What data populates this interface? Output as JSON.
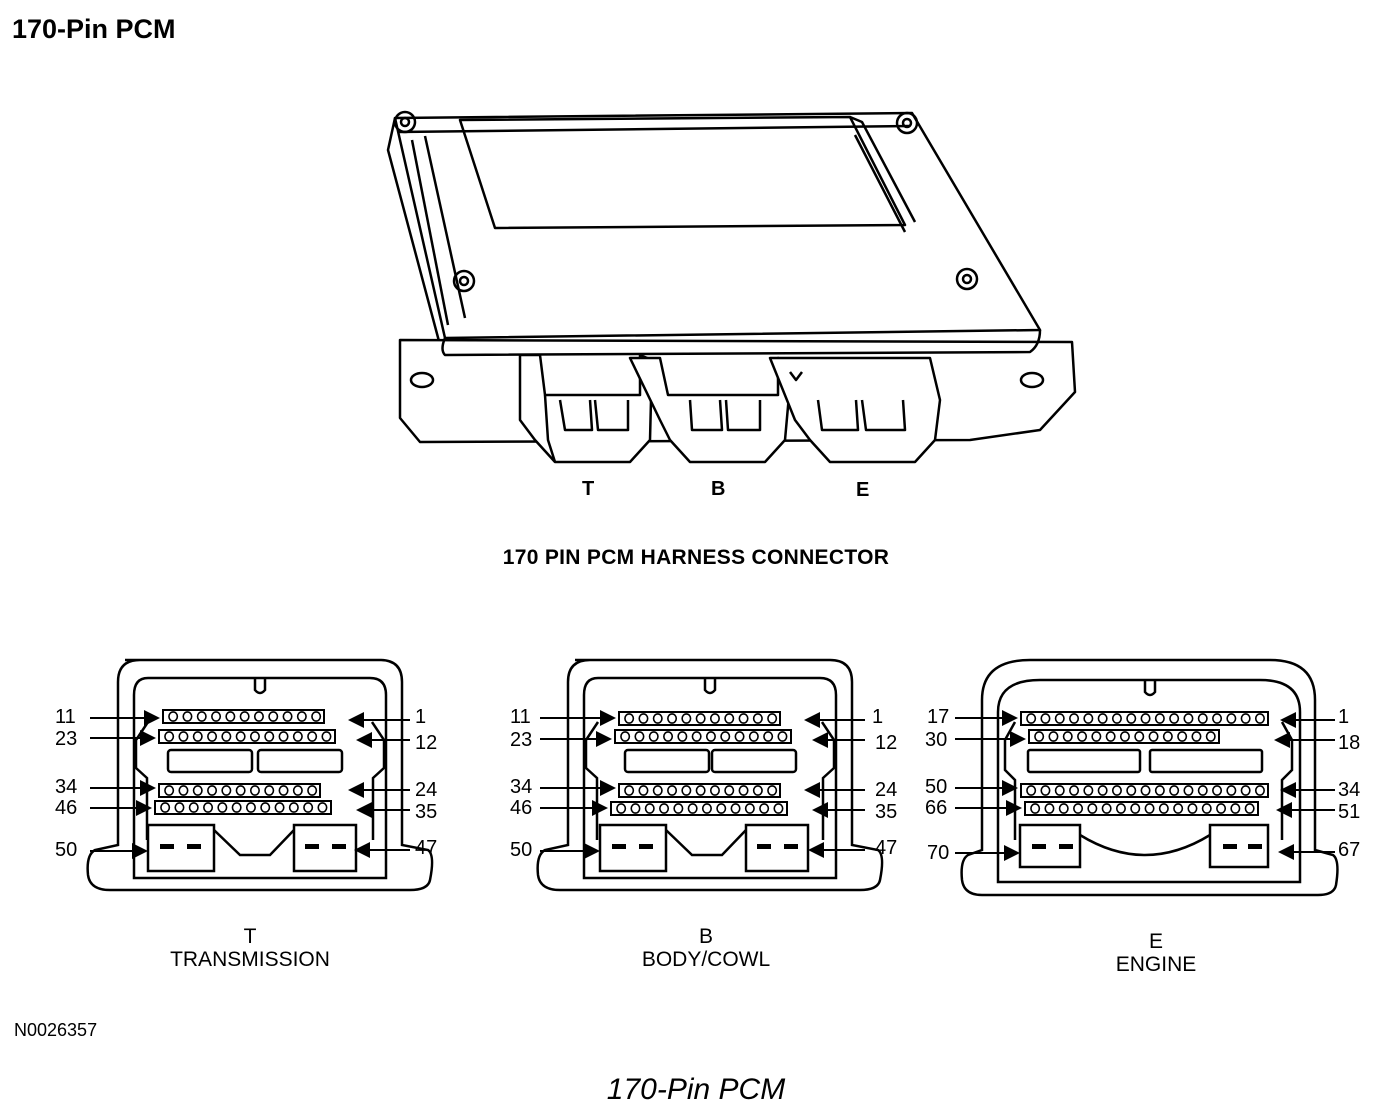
{
  "header": {
    "title": "170-Pin PCM"
  },
  "module": {
    "connector_letters": [
      "T",
      "B",
      "E"
    ],
    "caption": "170 PIN PCM HARNESS CONNECTOR"
  },
  "connectors": [
    {
      "letter": "T",
      "name": "TRANSMISSION",
      "labels": {
        "row1_left": "11",
        "row1_right": "1",
        "row2_left": "23",
        "row2_right": "12",
        "row3_left": "34",
        "row3_right": "24",
        "row4_left": "46",
        "row4_right": "35",
        "bottom_left": "50",
        "bottom_right": "47"
      }
    },
    {
      "letter": "B",
      "name": "BODY/COWL",
      "labels": {
        "row1_left": "11",
        "row1_right": "1",
        "row2_left": "23",
        "row2_right": "12",
        "row3_left": "34",
        "row3_right": "24",
        "row4_left": "46",
        "row4_right": "35",
        "bottom_left": "50",
        "bottom_right": "47"
      }
    },
    {
      "letter": "E",
      "name": "ENGINE",
      "labels": {
        "row1_left": "17",
        "row1_right": "1",
        "row2_left": "30",
        "row2_right": "18",
        "row3_left": "50",
        "row3_right": "34",
        "row4_left": "66",
        "row4_right": "51",
        "bottom_left": "70",
        "bottom_right": "67"
      }
    }
  ],
  "footer": {
    "figure_id": "N0026357",
    "title": "170-Pin PCM"
  }
}
